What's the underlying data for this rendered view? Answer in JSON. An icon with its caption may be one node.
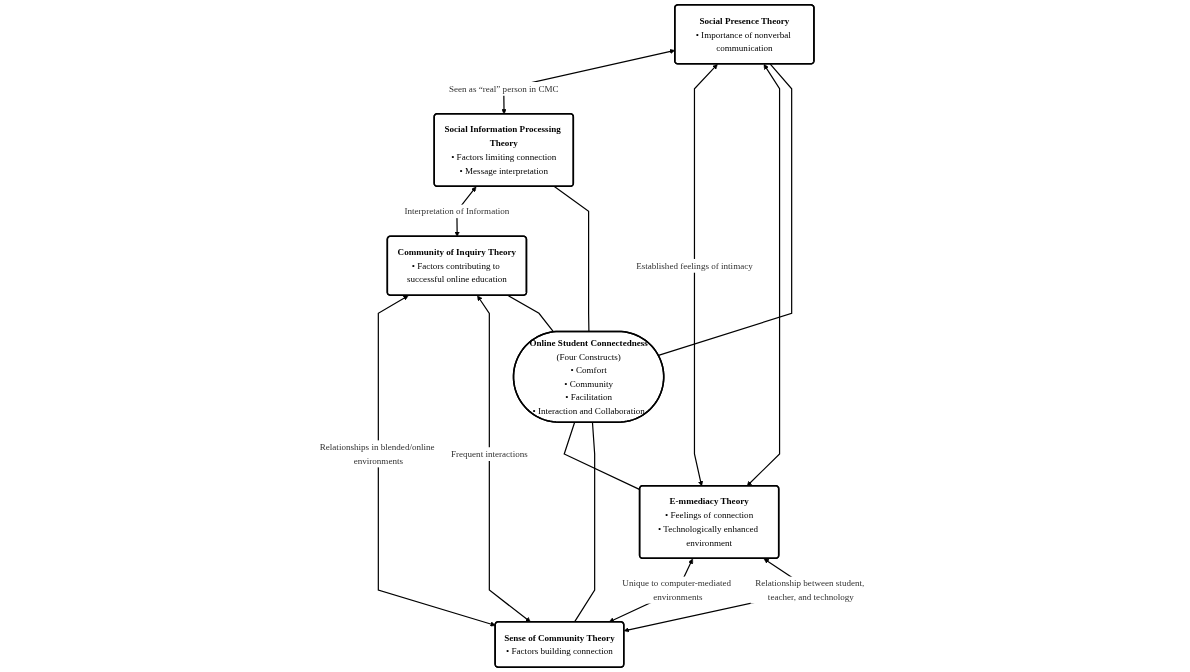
{
  "diagram": {
    "nodes": [
      {
        "text": [
          "Social Presence Theory",
          "• Importance of nonverbal communication"
        ]
      },
      {
        "text": [
          "Social Information Processing Theory",
          "• Factors limiting connection",
          "• Message interpretation"
        ]
      },
      {
        "text": [
          "Community of Inquiry Theory",
          "• Factors contributing to successful online education"
        ]
      },
      {
        "text": [
          "Online Student Connectedness",
          "(Four Constructs)",
          "• Comfort",
          "• Community",
          "• Facilitation",
          "• Interaction and Collaboration"
        ]
      },
      {
        "text": [
          "E-mmediacy Theory",
          "• Feelings of connection",
          "• Technologically enhanced environment"
        ]
      },
      {
        "text": [
          "Sense of Community Theory",
          "• Factors building connection"
        ]
      }
    ],
    "edges": [
      {
        "from": 0,
        "to": 1,
        "arrow": "both",
        "label": "Seen as “real” person in CMC"
      },
      {
        "from": 1,
        "to": 2,
        "arrow": "both",
        "label": "Interpretation of Information"
      },
      {
        "from": 0,
        "to": 4,
        "arrow": "both",
        "label": "Established feelings of intimacy"
      },
      {
        "from": 0,
        "to": 4,
        "arrow": "both"
      },
      {
        "from": 2,
        "to": 5,
        "arrow": "both",
        "label": "Relationships in blended/online environments"
      },
      {
        "from": 2,
        "to": 5,
        "arrow": "both",
        "label": "Frequent interactions"
      },
      {
        "from": 4,
        "to": 5,
        "arrow": "both",
        "label": "Unique to computer-mediated environments"
      },
      {
        "from": 4,
        "to": 5,
        "arrow": "both",
        "label": "Relationship between student, teacher, and technology"
      },
      {
        "from": 0,
        "to": 3,
        "arrow": "none"
      },
      {
        "from": 1,
        "to": 3,
        "arrow": "none"
      },
      {
        "from": 2,
        "to": 3,
        "arrow": "none"
      },
      {
        "from": 3,
        "to": 4,
        "arrow": "none"
      },
      {
        "from": 3,
        "to": 5,
        "arrow": "none"
      }
    ]
  }
}
